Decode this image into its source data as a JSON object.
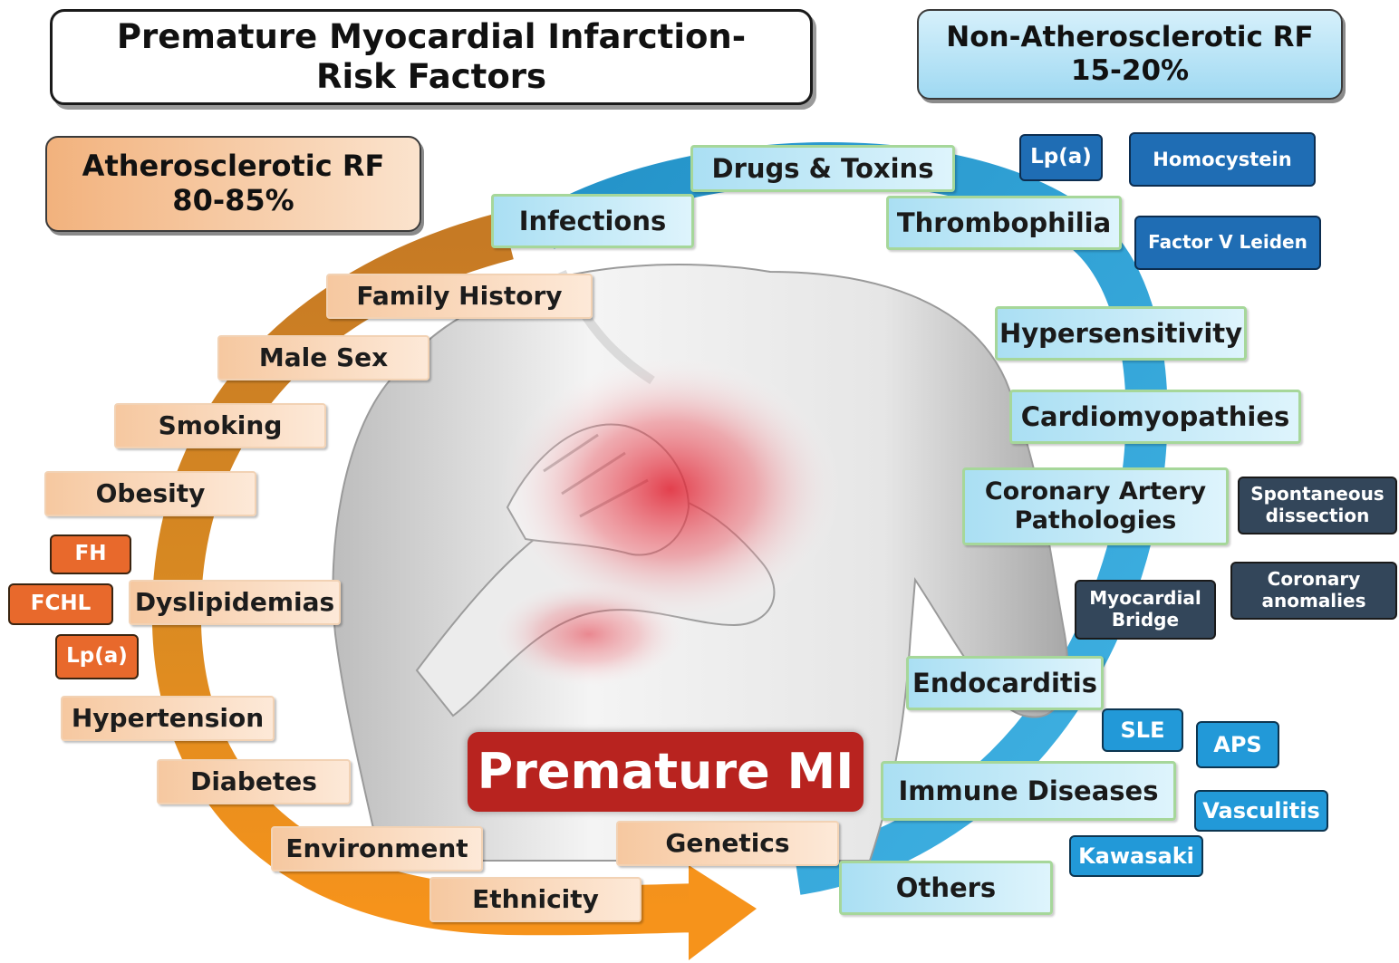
{
  "header": {
    "title_line1": "Premature Myocardial Infarction-",
    "title_line2": "Risk Factors"
  },
  "non_atherosclerotic": {
    "title": "Non-Atherosclerotic RF",
    "share": "15-20%",
    "factors": {
      "drugs_toxins": "Drugs & Toxins",
      "infections": "Infections",
      "thrombophilia": "Thrombophilia",
      "hypersensitivity": "Hypersensitivity",
      "cardiomyopathies": "Cardiomyopathies",
      "coronary_line1": "Coronary Artery",
      "coronary_line2": "Pathologies",
      "endocarditis": "Endocarditis",
      "immune_diseases": "Immune Diseases",
      "others": "Others"
    },
    "thrombophilia_subs": {
      "lpa": "Lp(a)",
      "homocystein": "Homocystein",
      "factor_v": "Factor V Leiden"
    },
    "coronary_subs": {
      "spontaneous_line1": "Spontaneous",
      "spontaneous_line2": "dissection",
      "anomalies_line1": "Coronary",
      "anomalies_line2": "anomalies",
      "bridge_line1": "Myocardial",
      "bridge_line2": "Bridge"
    },
    "immune_subs": {
      "sle": "SLE",
      "aps": "APS",
      "vasculitis": "Vasculitis",
      "kawasaki": "Kawasaki"
    }
  },
  "atherosclerotic": {
    "title": "Atherosclerotic RF",
    "share": "80-85%",
    "factors": {
      "family_history": "Family History",
      "male_sex": "Male Sex",
      "smoking": "Smoking",
      "obesity": "Obesity",
      "dyslipidemias": "Dyslipidemias",
      "hypertension": "Hypertension",
      "diabetes": "Diabetes",
      "environment": "Environment",
      "ethnicity": "Ethnicity",
      "genetics": "Genetics"
    },
    "dyslipidemia_subs": {
      "fh": "FH",
      "fchl": "FCHL",
      "lpa": "Lp(a)"
    }
  },
  "center_label": "Premature MI",
  "colors": {
    "orange_arrow": "#f18a1e",
    "orange_arrow_dark": "#c8781f",
    "blue_arrow": "#2c9fd6",
    "mi_red": "#b8231f"
  }
}
